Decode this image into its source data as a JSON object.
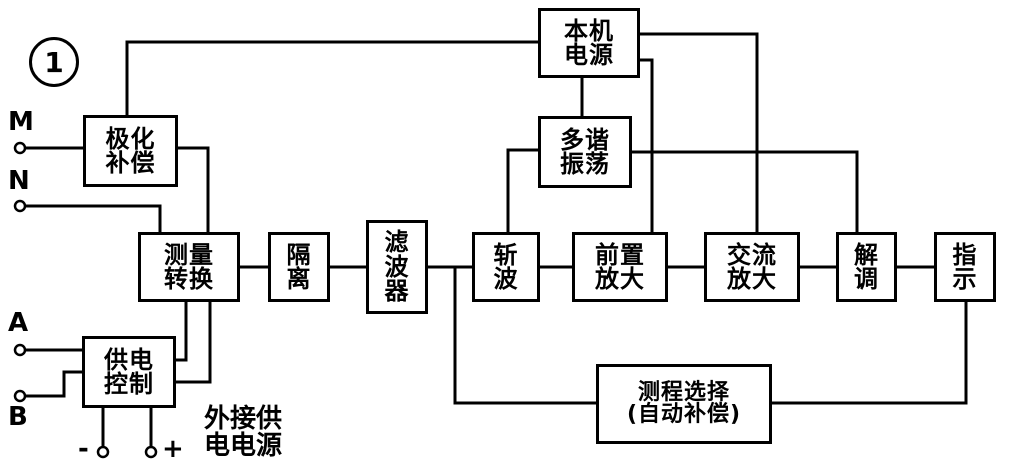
{
  "figure_number": "1",
  "blocks": {
    "power": {
      "line1": "本机",
      "line2": "电源"
    },
    "multi": {
      "line1": "多谐",
      "line2": "振荡"
    },
    "polar": {
      "line1": "极化",
      "line2": "补偿"
    },
    "measure": {
      "line1": "测量",
      "line2": "转换"
    },
    "isolate": {
      "line1": "隔",
      "line2": "离"
    },
    "filter": {
      "line1": "滤",
      "line2": "波",
      "line3": "器"
    },
    "chopper": {
      "line1": "斩",
      "line2": "波"
    },
    "preamp": {
      "line1": "前置",
      "line2": "放大"
    },
    "acamp": {
      "line1": "交流",
      "line2": "放大"
    },
    "demod": {
      "line1": "解",
      "line2": "调"
    },
    "indicator": {
      "line1": "指",
      "line2": "示"
    },
    "range": {
      "line1": "测程选择",
      "line2": "(自动补偿)"
    },
    "supply_ctrl": {
      "line1": "供电",
      "line2": "控制"
    }
  },
  "terminals": {
    "M": "M",
    "N": "N",
    "A": "A",
    "B": "B",
    "minus": "-",
    "plus": "+"
  },
  "external_supply": {
    "line1": "外接供",
    "line2": "电电源"
  }
}
